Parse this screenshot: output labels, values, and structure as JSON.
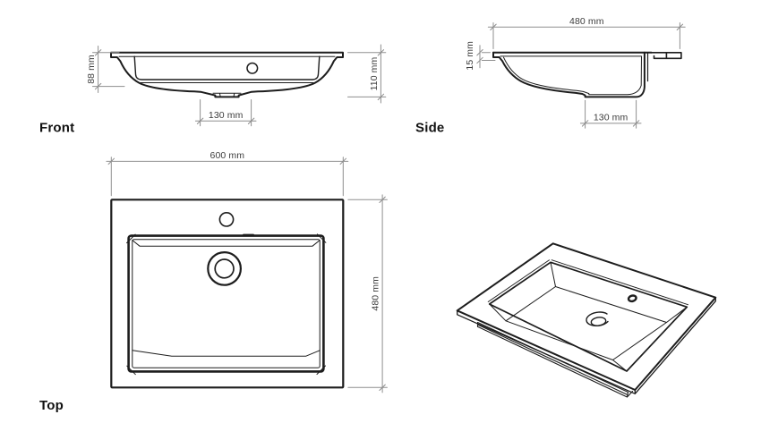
{
  "drawing": {
    "views": {
      "front": {
        "label": "Front",
        "dim_rim_height": "88 mm",
        "dim_total_height": "110 mm",
        "dim_drain_width": "130 mm"
      },
      "side": {
        "label": "Side",
        "dim_depth": "480 mm",
        "dim_rim_thickness": "15 mm",
        "dim_drain_width": "130 mm"
      },
      "top": {
        "label": "Top",
        "dim_width": "600 mm",
        "dim_depth": "480 mm"
      }
    },
    "colors": {
      "line": "#1d1d1d",
      "dimension": "#8f8f8f",
      "dimension_text": "#3c3c3c",
      "label_text": "#111111",
      "background": "#ffffff"
    }
  }
}
